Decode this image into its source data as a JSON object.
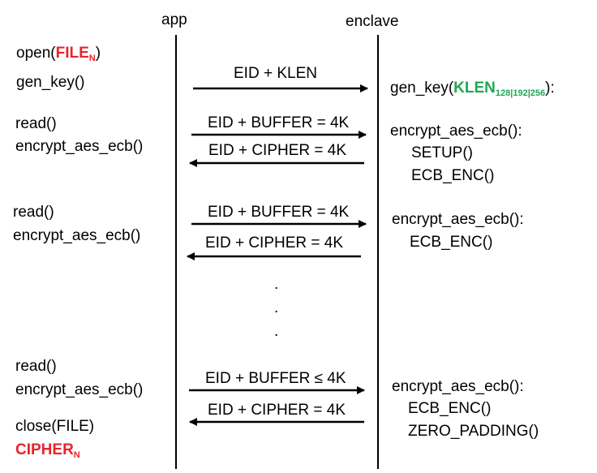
{
  "lanes": {
    "app": "app",
    "enclave": "enclave"
  },
  "colors": {
    "file_highlight": "#e8232a",
    "klen_highlight": "#1fa851",
    "line": "#000000"
  },
  "app_side": {
    "open_prefix": "open(",
    "file_name": "FILE",
    "file_sub": "N",
    "open_suffix": ")",
    "gen_key": "gen_key()",
    "blocks": [
      {
        "read": "read()",
        "encrypt": "encrypt_aes_ecb()"
      },
      {
        "read": "read()",
        "encrypt": "encrypt_aes_ecb()"
      },
      {
        "read": "read()",
        "encrypt": "encrypt_aes_ecb()"
      }
    ],
    "close": "close(FILE)",
    "cipher_name": "CIPHER",
    "cipher_sub": "N"
  },
  "messages": {
    "keygen": "EID + KLEN",
    "block1_send": "EID + BUFFER = 4K",
    "block1_return": "EID + CIPHER = 4K",
    "block2_send": "EID + BUFFER = 4K",
    "block2_return": "EID + CIPHER = 4K",
    "last_send": "EID + BUFFER ≤ 4K",
    "last_return": "EID + CIPHER = 4K"
  },
  "enclave_side": {
    "gen_key_prefix": "gen_key(",
    "klen": "KLEN",
    "klen_sub": "128|192|256",
    "gen_key_suffix": "):",
    "block1": [
      "encrypt_aes_ecb():",
      "SETUP()",
      "ECB_ENC()"
    ],
    "block2": [
      "encrypt_aes_ecb():",
      "ECB_ENC()"
    ],
    "last": [
      "encrypt_aes_ecb():",
      "ECB_ENC()",
      "ZERO_PADDING()"
    ]
  },
  "ellipsis": [
    ".",
    ".",
    "."
  ]
}
